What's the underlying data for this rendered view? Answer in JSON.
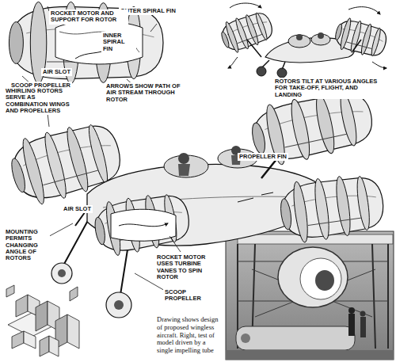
{
  "diagram": {
    "caption": "Drawing shows design of proposed wingless aircraft. Right, test of model driven by a single impelling tube",
    "labels": [
      "OUTER SPIRAL FIN",
      "ROCKET MOTOR AND SUPPORT FOR ROTOR",
      "INNER SPIRAL FIN",
      "AIR SLOT",
      "SCOOP PROPELLER",
      "ROTORS TILT AT VARIOUS ANGLES FOR TAKE-OFF, FLIGHT, AND LANDING",
      "WHIRLING ROTORS SERVE AS COMBINATION WINGS AND PROPELLERS",
      "ARROWS SHOW PATH OF AIR STREAM THROUGH ROTOR",
      "PROPELLER FIN",
      "MOUNTING PERMITS CHANGING ANGLE OF ROTORS",
      "AIR SLOT",
      "ROCKET MOTOR USES TURBINE VANES TO SPIN ROTOR",
      "SCOOP PROPELLER"
    ]
  }
}
